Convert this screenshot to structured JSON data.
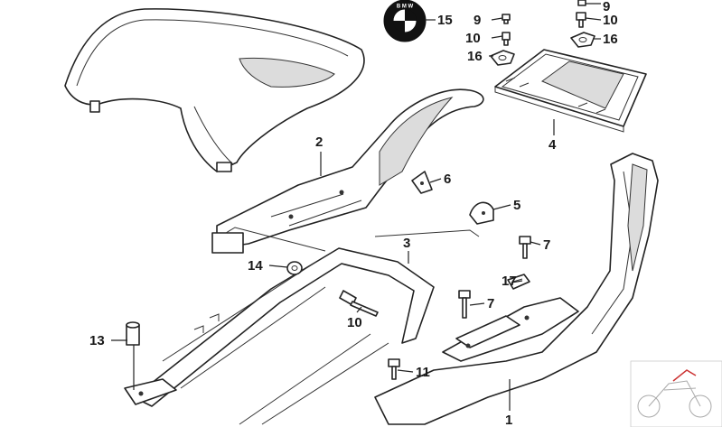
{
  "diagram": {
    "callouts": [
      {
        "id": "c15",
        "text": "15"
      },
      {
        "id": "c9a",
        "text": "9"
      },
      {
        "id": "c10a",
        "text": "10"
      },
      {
        "id": "c16a",
        "text": "16"
      },
      {
        "id": "c9b",
        "text": "9"
      },
      {
        "id": "c10b",
        "text": "10"
      },
      {
        "id": "c16b",
        "text": "16"
      },
      {
        "id": "c2",
        "text": "2"
      },
      {
        "id": "c4",
        "text": "4"
      },
      {
        "id": "c6",
        "text": "6"
      },
      {
        "id": "c5",
        "text": "5"
      },
      {
        "id": "c3",
        "text": "3"
      },
      {
        "id": "c7a",
        "text": "7"
      },
      {
        "id": "c14",
        "text": "14"
      },
      {
        "id": "c17",
        "text": "17"
      },
      {
        "id": "c7b",
        "text": "7"
      },
      {
        "id": "c10c",
        "text": "10"
      },
      {
        "id": "c13",
        "text": "13"
      },
      {
        "id": "c11",
        "text": "11"
      },
      {
        "id": "c1",
        "text": "1"
      }
    ],
    "logo_letters": "BMW"
  }
}
